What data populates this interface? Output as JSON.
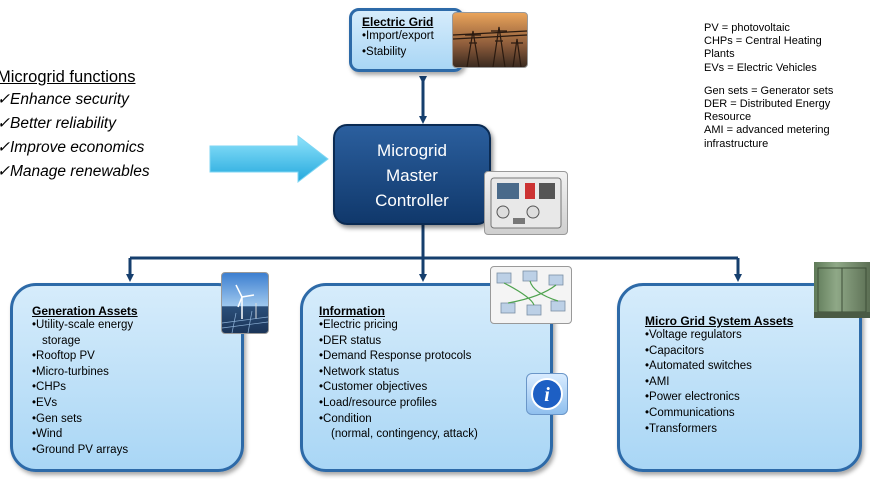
{
  "electric_grid": {
    "title": "Electric Grid",
    "items": [
      "•Import/export",
      "•Stability"
    ]
  },
  "controller": {
    "lines": [
      "Microgrid",
      "Master",
      "Controller"
    ]
  },
  "functions": {
    "title": "Microgrid functions",
    "items": [
      "✓Enhance security",
      "✓Better reliability",
      "✓Improve economics",
      "✓Manage renewables"
    ]
  },
  "legend": [
    "PV = photovoltaic",
    "CHPs = Central Heating",
    "Plants",
    "EVs = Electric Vehicles",
    "Gen sets = Generator sets",
    "DER = Distributed Energy",
    "Resource",
    "AMI = advanced metering",
    "infrastructure"
  ],
  "generation": {
    "title": "Generation Assets",
    "items": [
      "•Utility-scale energy",
      "storage",
      "•Rooftop PV",
      "•Micro-turbines",
      "•CHPs",
      "•EVs",
      "•Gen sets",
      "•Wind",
      "•Ground PV arrays"
    ]
  },
  "information": {
    "title": "Information",
    "items": [
      "•Electric pricing",
      "•DER status",
      "•Demand Response protocols",
      "•Network status",
      "•Customer objectives",
      "•Load/resource profiles",
      "•Condition",
      "(normal, contingency, attack)"
    ]
  },
  "system_assets": {
    "title": "Micro Grid System Assets",
    "items": [
      "•Voltage regulators",
      "•Capacitors",
      "•Automated switches",
      "•AMI",
      "•Power electronics",
      "•Communications",
      "•Transformers"
    ]
  },
  "colors": {
    "box_border": "#2d6aa8",
    "controller": "#1a4a85",
    "connector": "#163f6e",
    "arrow": "#3cc3ea"
  }
}
